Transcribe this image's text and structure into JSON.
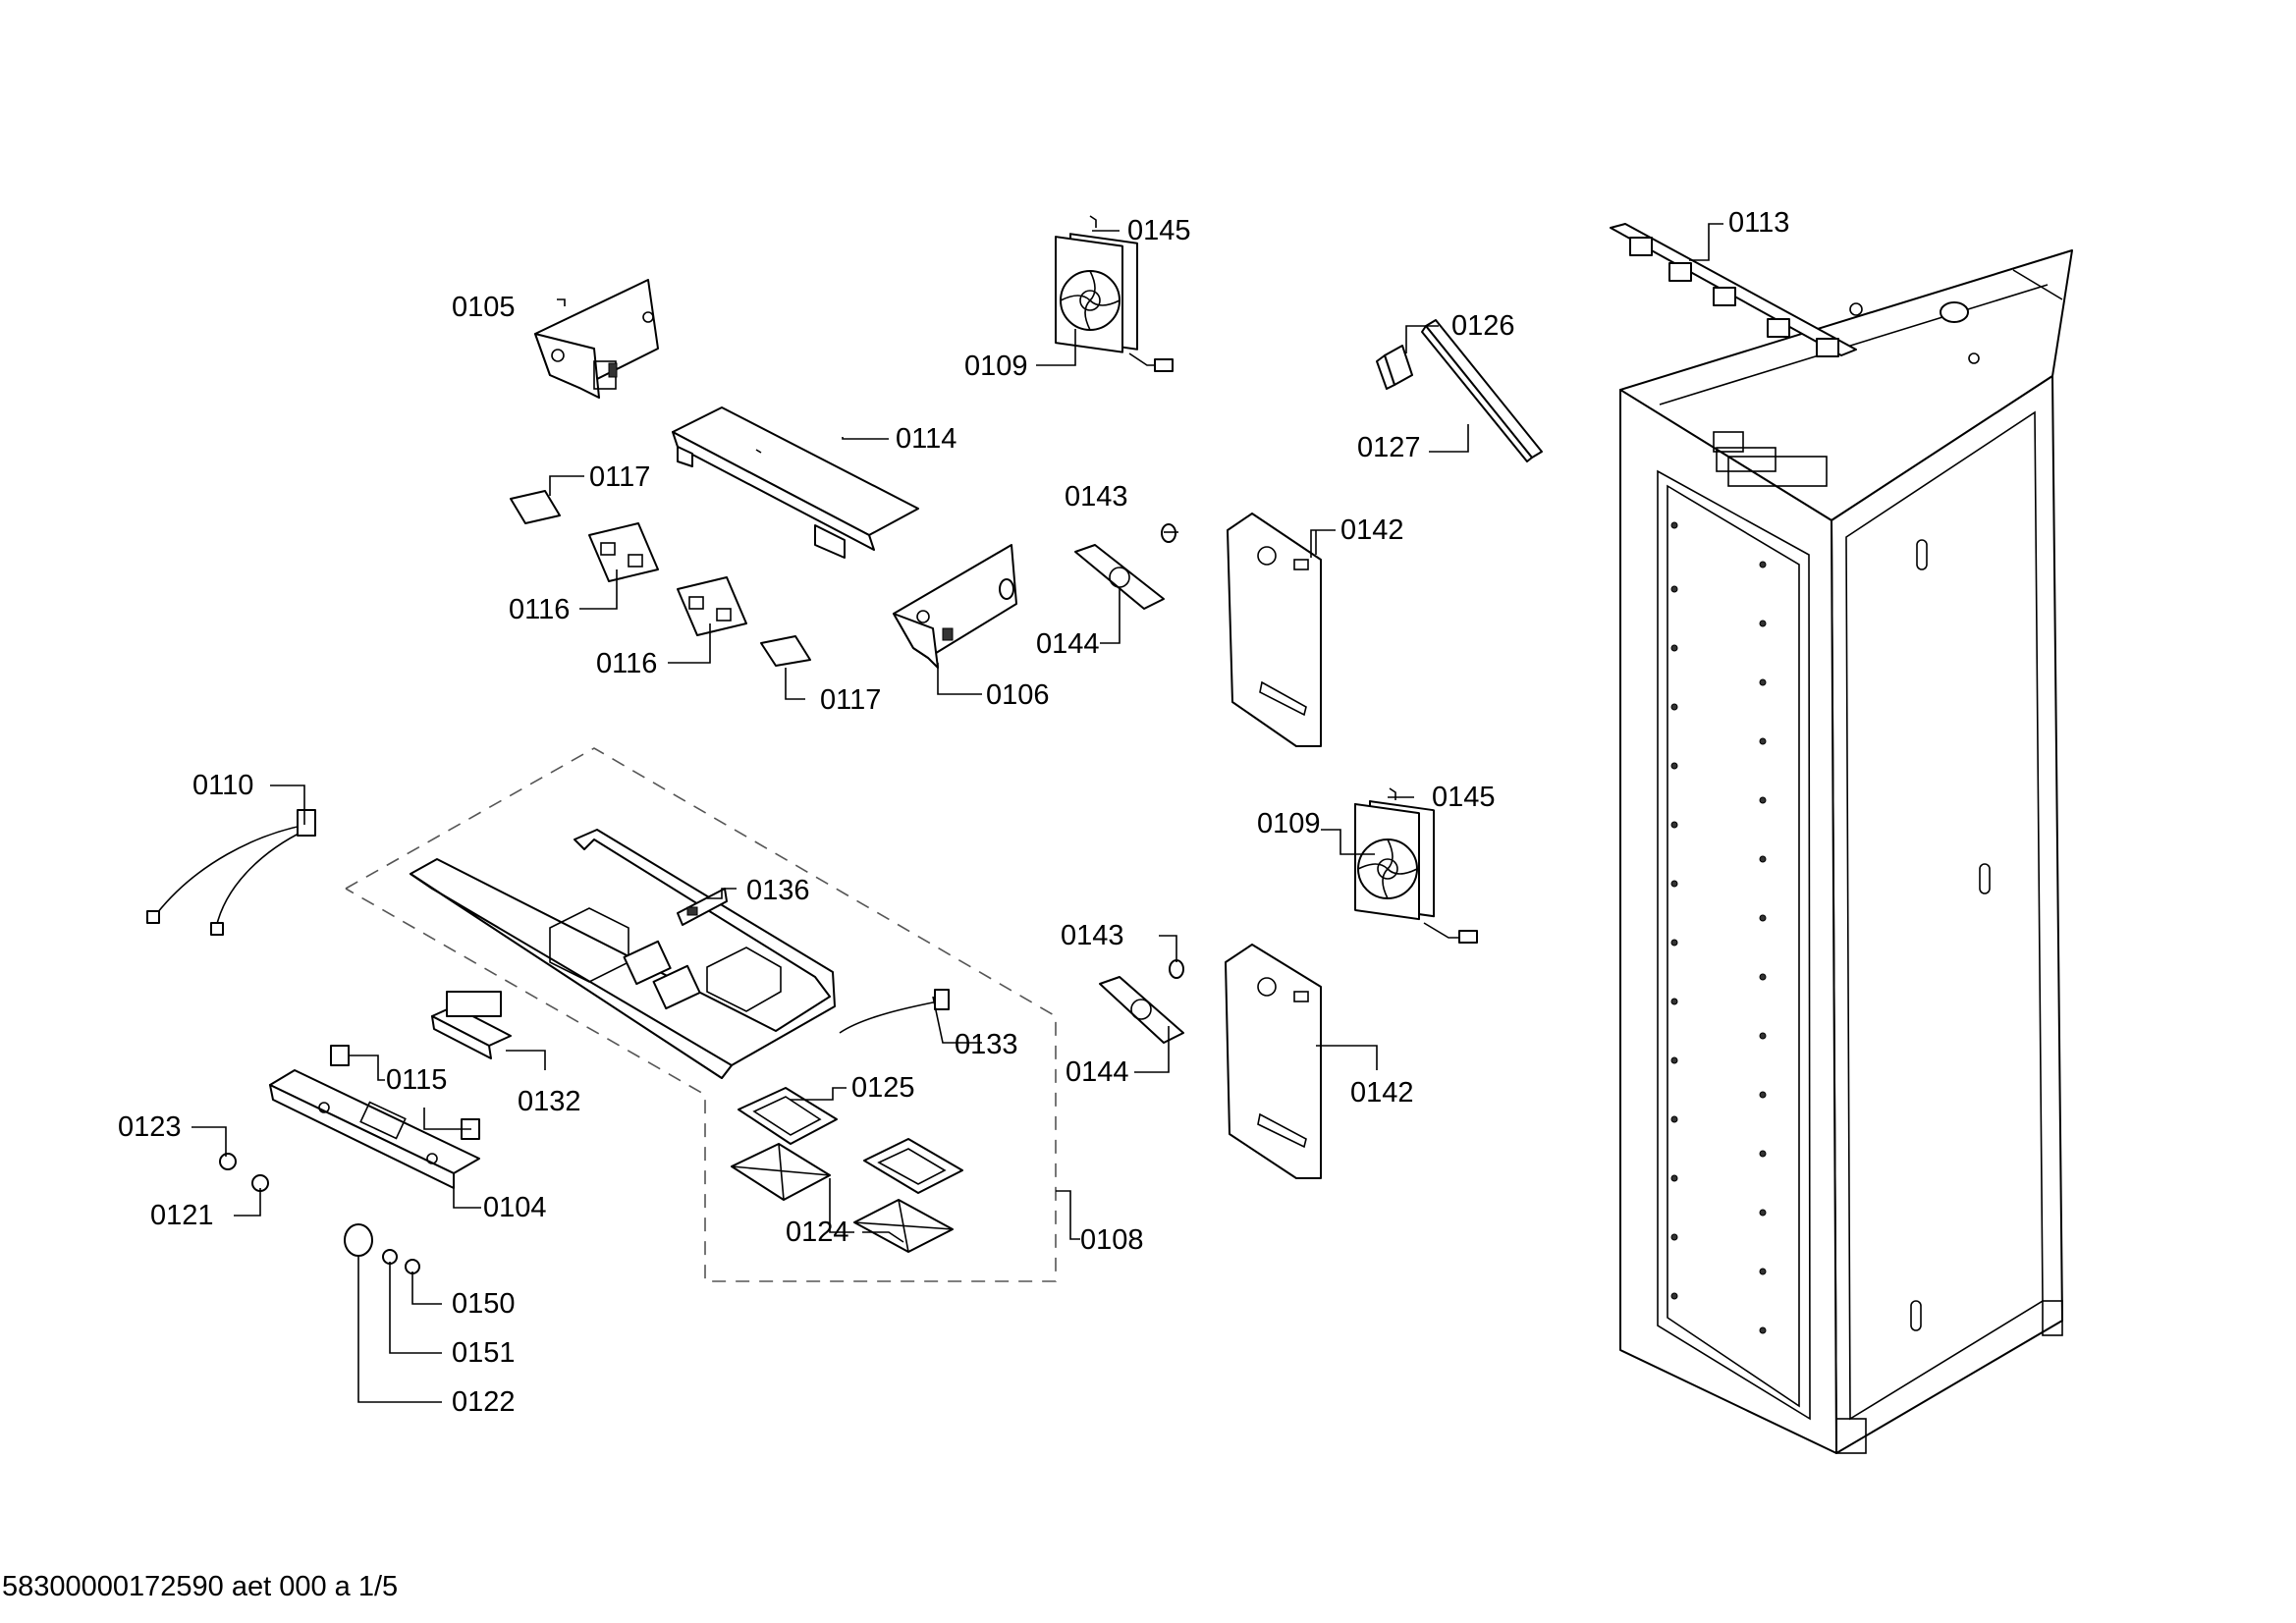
{
  "parts": {
    "p0105": "0105",
    "p0114": "0114",
    "p0117a": "0117",
    "p0116a": "0116",
    "p0116b": "0116",
    "p0117b": "0117",
    "p0106": "0106",
    "p0145a": "0145",
    "p0109a": "0109",
    "p0143a": "0143",
    "p0144a": "0144",
    "p0142a": "0142",
    "p0126": "0126",
    "p0127": "0127",
    "p0113": "0113",
    "p0110": "0110",
    "p0136": "0136",
    "p0145b": "0145",
    "p0109b": "0109",
    "p0143b": "0143",
    "p0144b": "0144",
    "p0142b": "0142",
    "p0133": "0133",
    "p0132": "0132",
    "p0115": "0115",
    "p0125": "0125",
    "p0123": "0123",
    "p0104": "0104",
    "p0121": "0121",
    "p0124": "0124",
    "p0108": "0108",
    "p0150": "0150",
    "p0151": "0151",
    "p0122": "0122"
  },
  "footer": "58300000172590 aet 000 a 1/5"
}
